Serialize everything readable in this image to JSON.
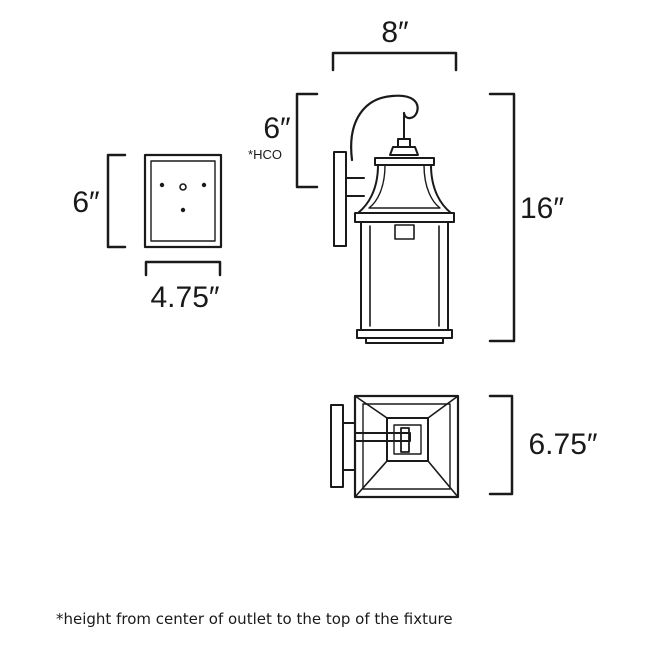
{
  "dimensions": {
    "backplate_height": "6″",
    "backplate_width": "4.75″",
    "fixture_width": "8″",
    "hco_height": "6″",
    "hco_label": "*HCO",
    "fixture_height": "16″",
    "fixture_depth": "6.75″"
  },
  "footnote": "*height from center of outlet to the top of the fixture"
}
